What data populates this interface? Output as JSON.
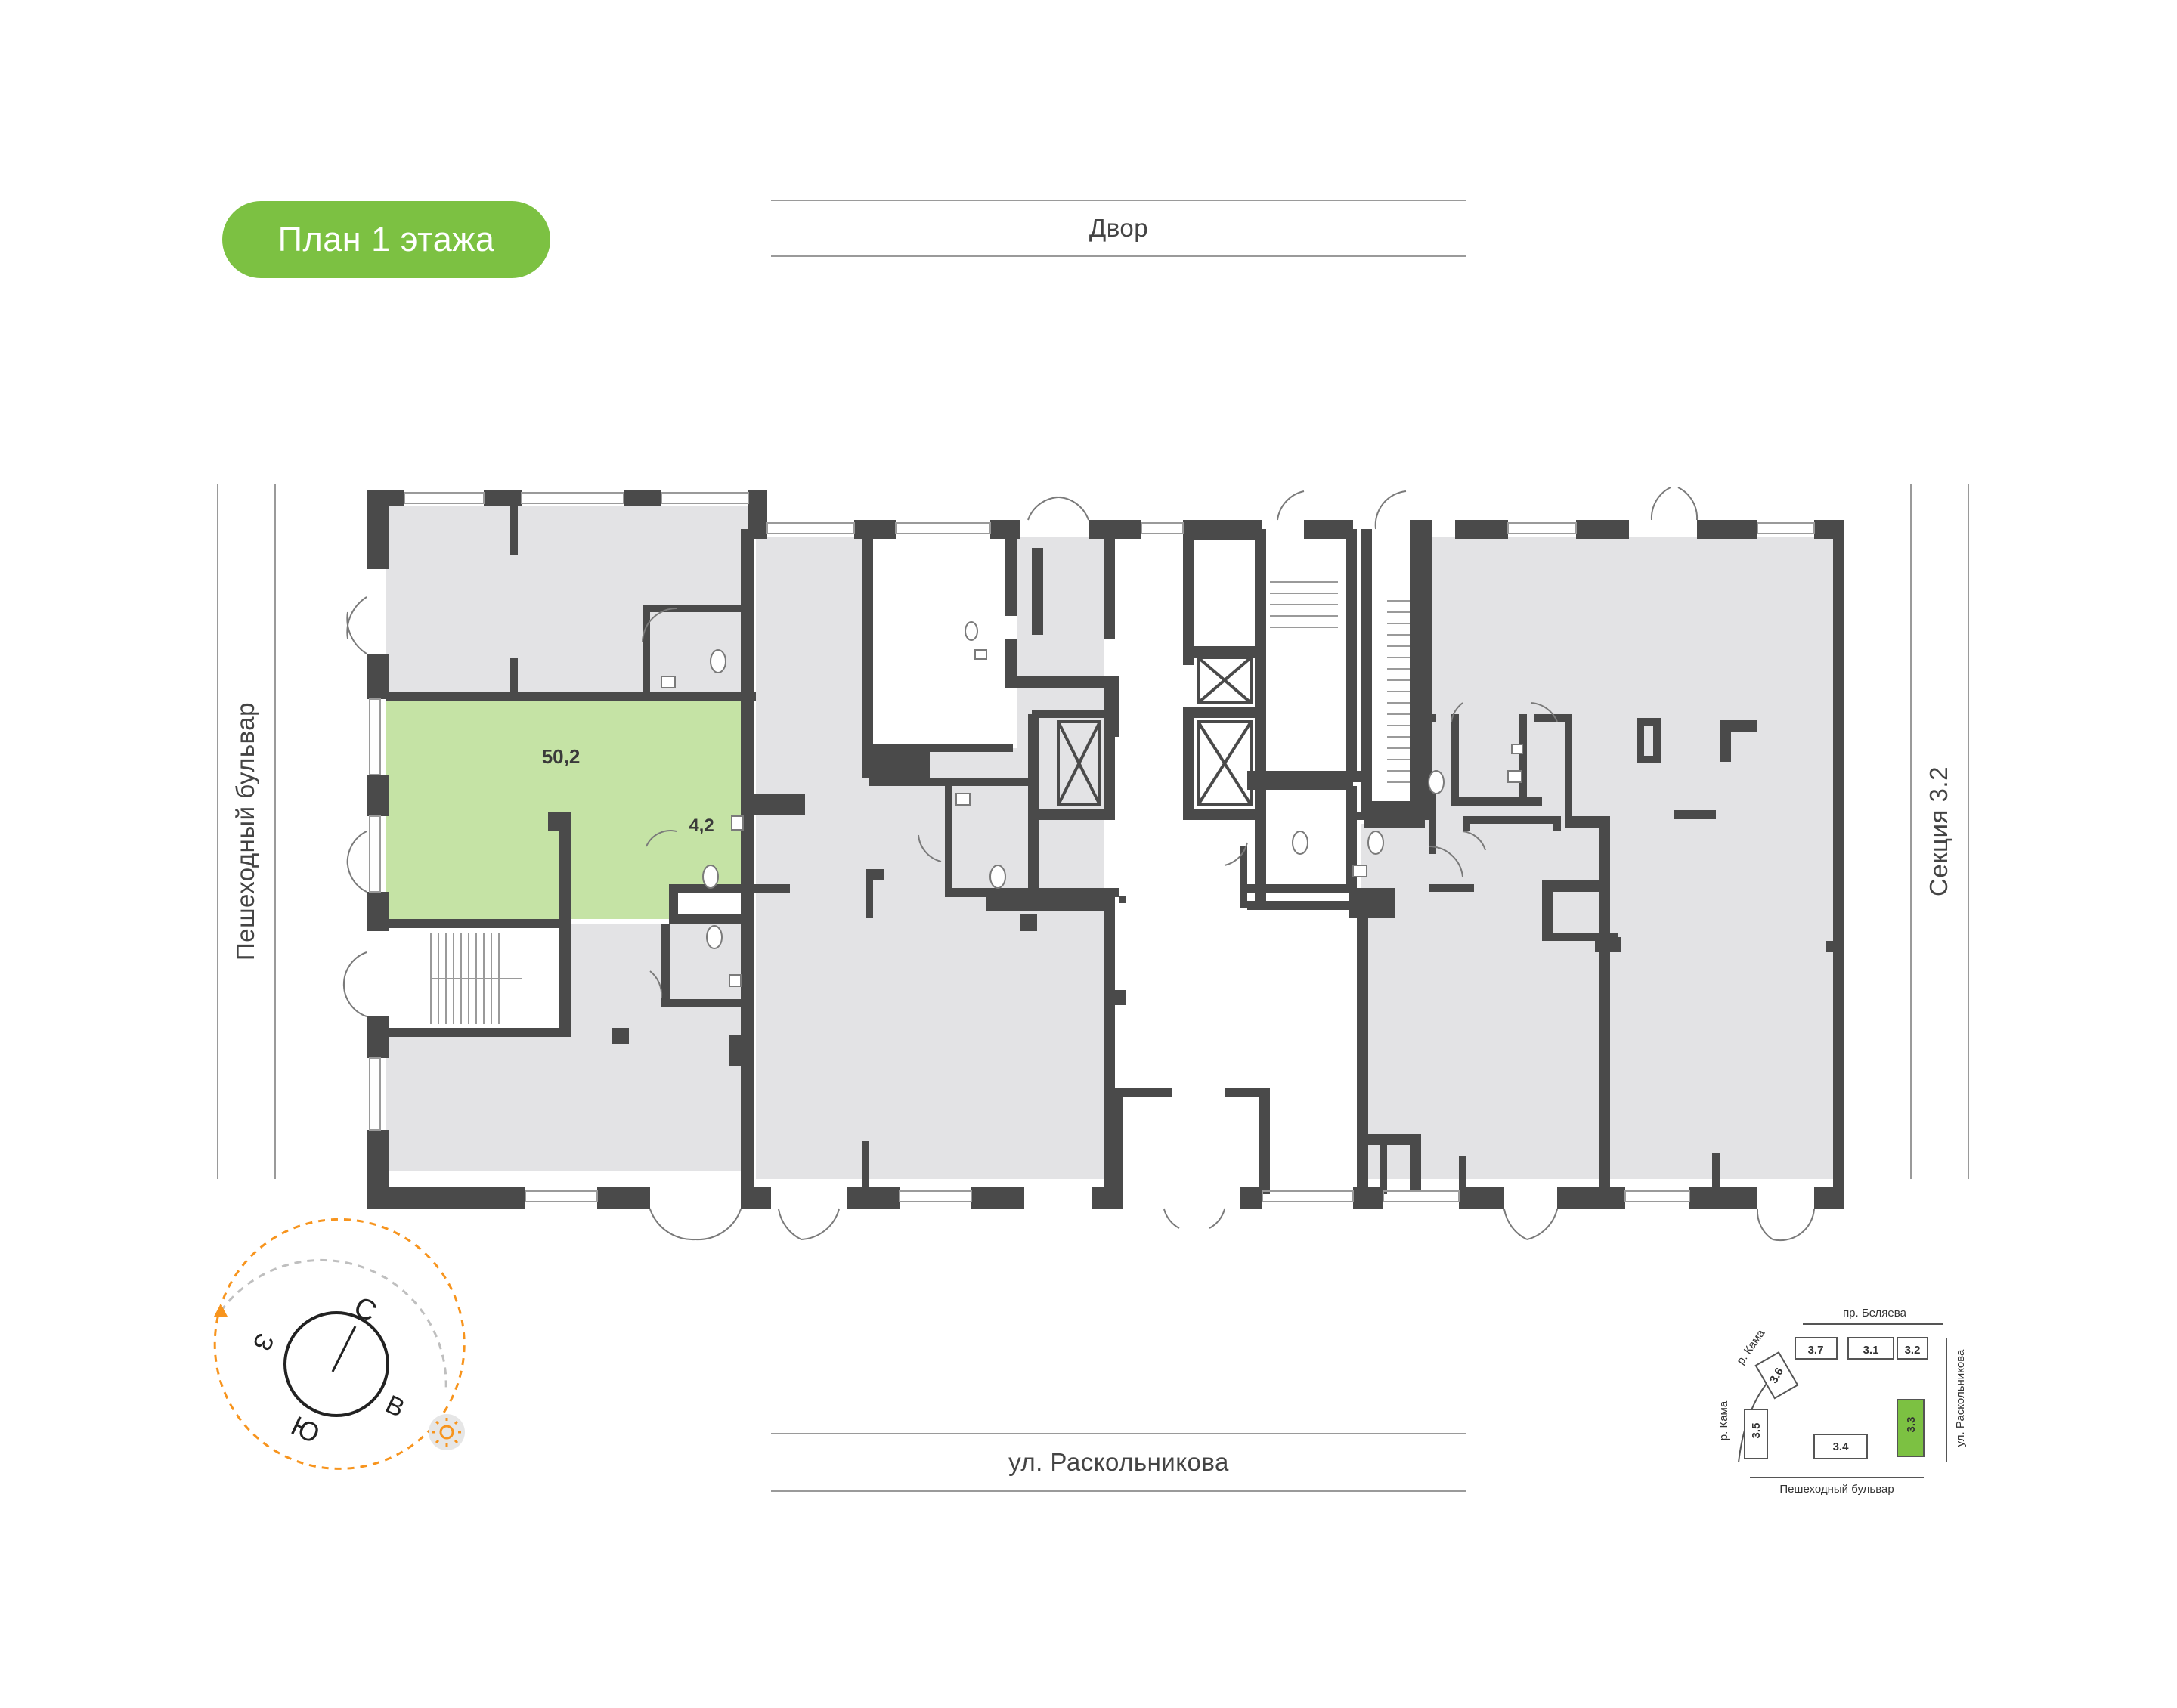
{
  "header": {
    "title": "План 1 этажа"
  },
  "surroundings": {
    "top": "Двор",
    "bottom": "ул. Раскольникова",
    "left": "Пешеходный бульвар",
    "right": "Секция 3.2"
  },
  "units": {
    "main_area": "50,2",
    "bath_area": "4,2"
  },
  "compass": {
    "north": "С",
    "east": "В",
    "south": "Ю",
    "west": "З",
    "sun_icon": "sun-icon"
  },
  "site_map": {
    "streets": {
      "top": "пр. Беляева",
      "left_upper": "р. Кама",
      "left_lower": "р. Кама",
      "right": "ул. Раскольникова",
      "bottom": "Пешеходный бульвар"
    },
    "sections": [
      "3.7",
      "3.1",
      "3.2",
      "3.6",
      "3.5",
      "3.4",
      "3.3"
    ],
    "highlighted_section": "3.3"
  },
  "colors": {
    "accent": "#7cc142",
    "highlight_fill": "#c5e3a5",
    "wall": "#4a4a4a",
    "room_fill": "#e3e3e5",
    "sun": "#f7941d"
  }
}
